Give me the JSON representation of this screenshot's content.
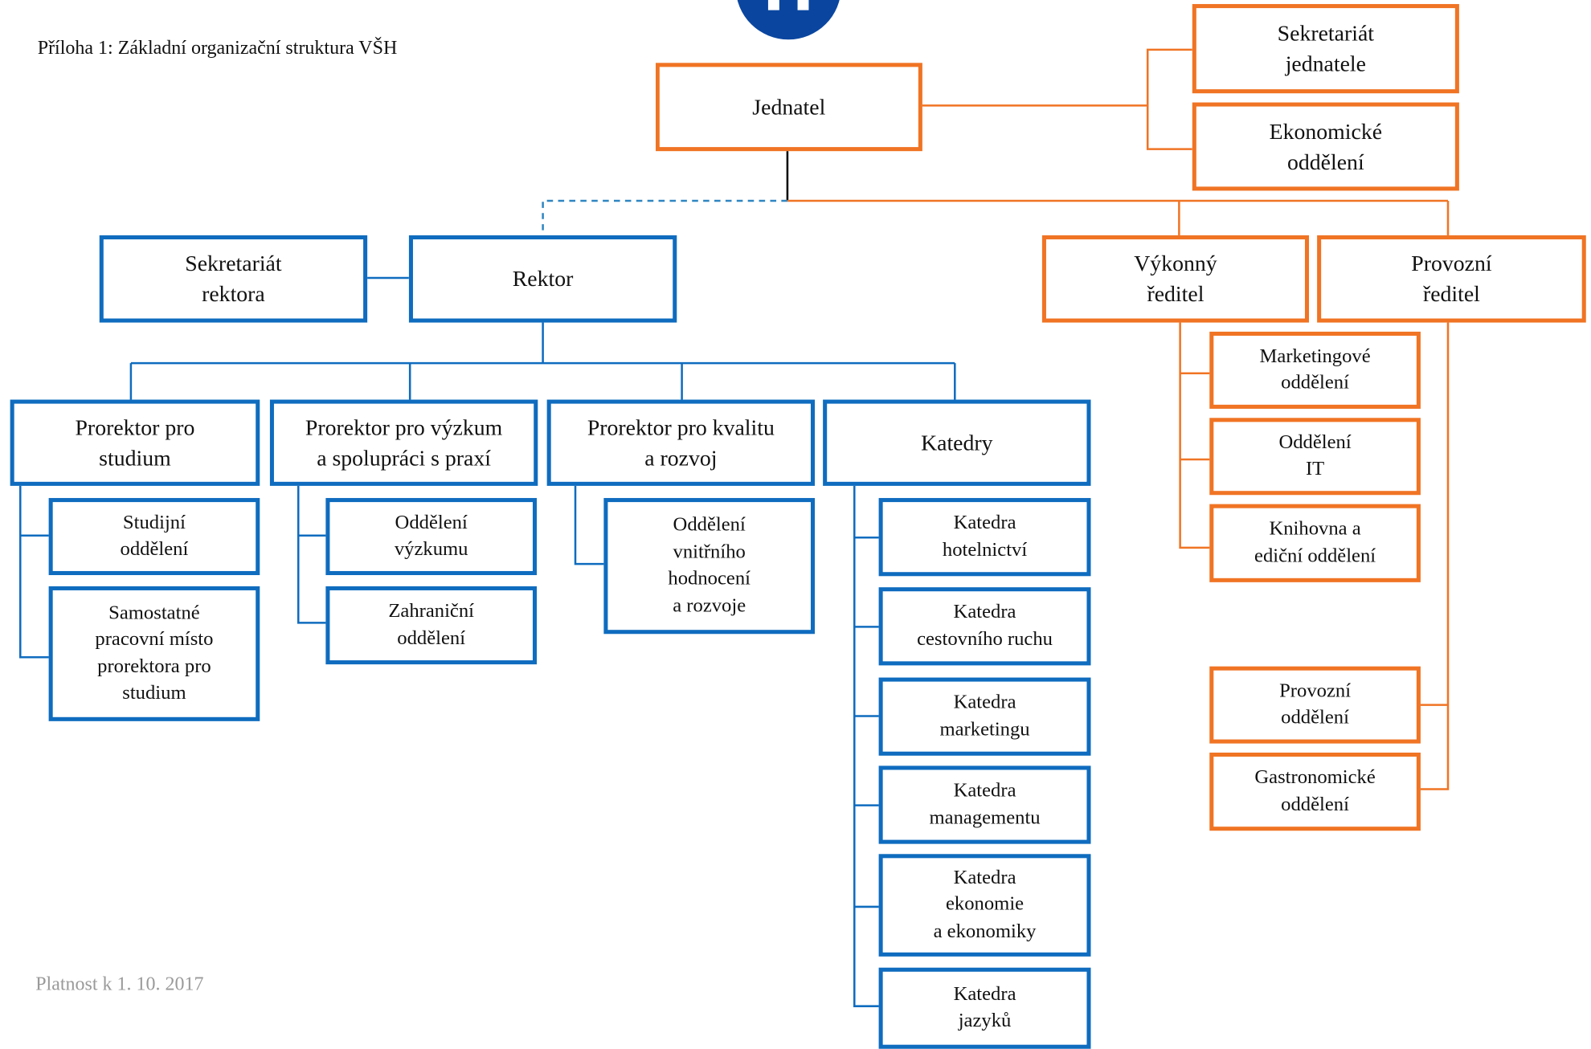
{
  "title": "Příloha 1: Základní organizační struktura VŠH",
  "validity": "Platnost k 1. 10. 2017",
  "colors": {
    "blue": "#0f6cbf",
    "orange": "#f07424",
    "logo_blue": "#0a46a0",
    "dashed_line": "#2e86c1",
    "caption_gray": "#9a9a9a"
  },
  "boxes": {
    "jednatel": "Jednatel",
    "sekretariat_jednatele": "Sekretariát\njednatele",
    "ekonomicke_oddeleni": "Ekonomické\noddělení",
    "sekretariat_rektora": "Sekretariát\nrektora",
    "rektor": "Rektor",
    "vykonny_reditel": "Výkonný\nředitel",
    "provozni_reditel": "Provozní\nředitel",
    "prorektor_studium": "Prorektor pro\nstudium",
    "prorektor_vyzkum": "Prorektor pro výzkum\na spolupráci s praxí",
    "prorektor_kvalita": "Prorektor pro kvalitu\na rozvoj",
    "katedry": "Katedry",
    "studijni_oddeleni": "Studijní\noddělení",
    "samostatne_misto": "Samostatné\npracovní místo\nprorektora pro\nstudium",
    "oddeleni_vyzkumu": "Oddělení\nvýzkumu",
    "zahranicni_oddeleni": "Zahraniční\noddělení",
    "oddeleni_vnitrniho": "Oddělení\nvnitřního\nhodnocení\na rozvoje",
    "katedra_hotelnictvi": "Katedra\nhotelnictví",
    "katedra_cestovniho_ruchu": "Katedra\ncestovního ruchu",
    "katedra_marketingu": "Katedra\nmarketingu",
    "katedra_managementu": "Katedra\nmanagementu",
    "katedra_ekonomie": "Katedra\nekonomie\na ekonomiky",
    "katedra_jazyku": "Katedra\njazyků",
    "marketingove_oddeleni": "Marketingové\noddělení",
    "oddeleni_it": "Oddělení\nIT",
    "knihovna": "Knihovna a\nediční oddělení",
    "provozni_oddeleni": "Provozní\noddělení",
    "gastronomicke_oddeleni": "Gastronomické\noddělení"
  }
}
